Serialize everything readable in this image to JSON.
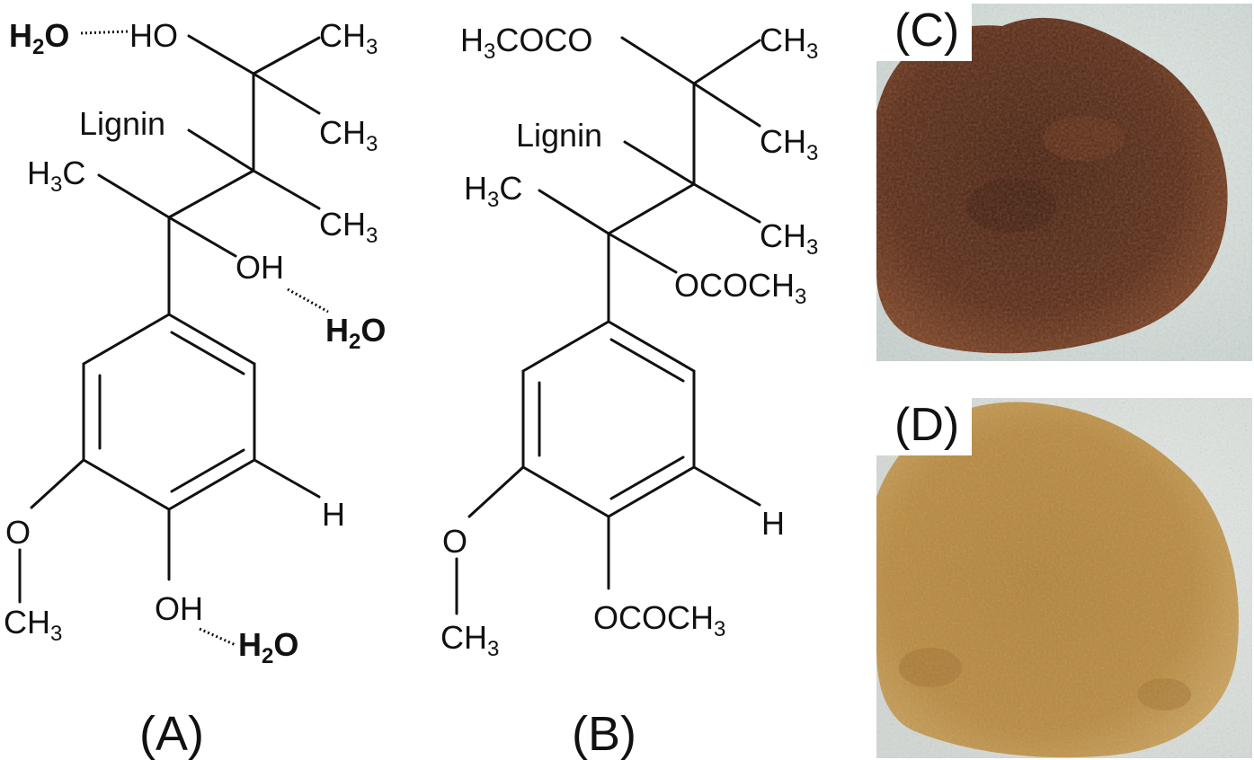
{
  "panels": {
    "a": {
      "label": "(A)",
      "water_top": "H",
      "water_top_sub": "2",
      "water_top_o": "O",
      "ho_top": "HO",
      "ch3_top_1": "CH",
      "ch3_top_1_sub": "3",
      "lignin": "Lignin",
      "ch3_top_2": "CH",
      "ch3_top_2_sub": "3",
      "h3c": "H",
      "h3c_sub": "3",
      "h3c_c": "C",
      "ch3_mid": "CH",
      "ch3_mid_sub": "3",
      "oh_mid": "OH",
      "water_mid": "H",
      "water_mid_sub": "2",
      "water_mid_o": "O",
      "h_ring": "H",
      "o_methoxy": "O",
      "ch3_methoxy": "CH",
      "ch3_methoxy_sub": "3",
      "oh_bottom": "OH",
      "water_bottom": "H",
      "water_bottom_sub": "2",
      "water_bottom_o": "O"
    },
    "b": {
      "label": "(B)",
      "h3coco": "H",
      "h3coco_sub": "3",
      "h3coco_rest": "COCO",
      "ch3_top_1": "CH",
      "ch3_top_1_sub": "3",
      "lignin": "Lignin",
      "ch3_top_2": "CH",
      "ch3_top_2_sub": "3",
      "h3c": "H",
      "h3c_sub": "3",
      "h3c_c": "C",
      "ch3_mid": "CH",
      "ch3_mid_sub": "3",
      "ococh3_mid": "OCOCH",
      "ococh3_mid_sub": "3",
      "h_ring": "H",
      "o_methoxy": "O",
      "ch3_methoxy": "CH",
      "ch3_methoxy_sub": "3",
      "ococh3_bottom": "OCOCH",
      "ococh3_bottom_sub": "3"
    },
    "c": {
      "label": "(C)",
      "powder_color": "#5a2a14",
      "background_color": "#c9d3cf"
    },
    "d": {
      "label": "(D)",
      "powder_color": "#b98a3e",
      "background_color": "#d3d8d4"
    }
  }
}
